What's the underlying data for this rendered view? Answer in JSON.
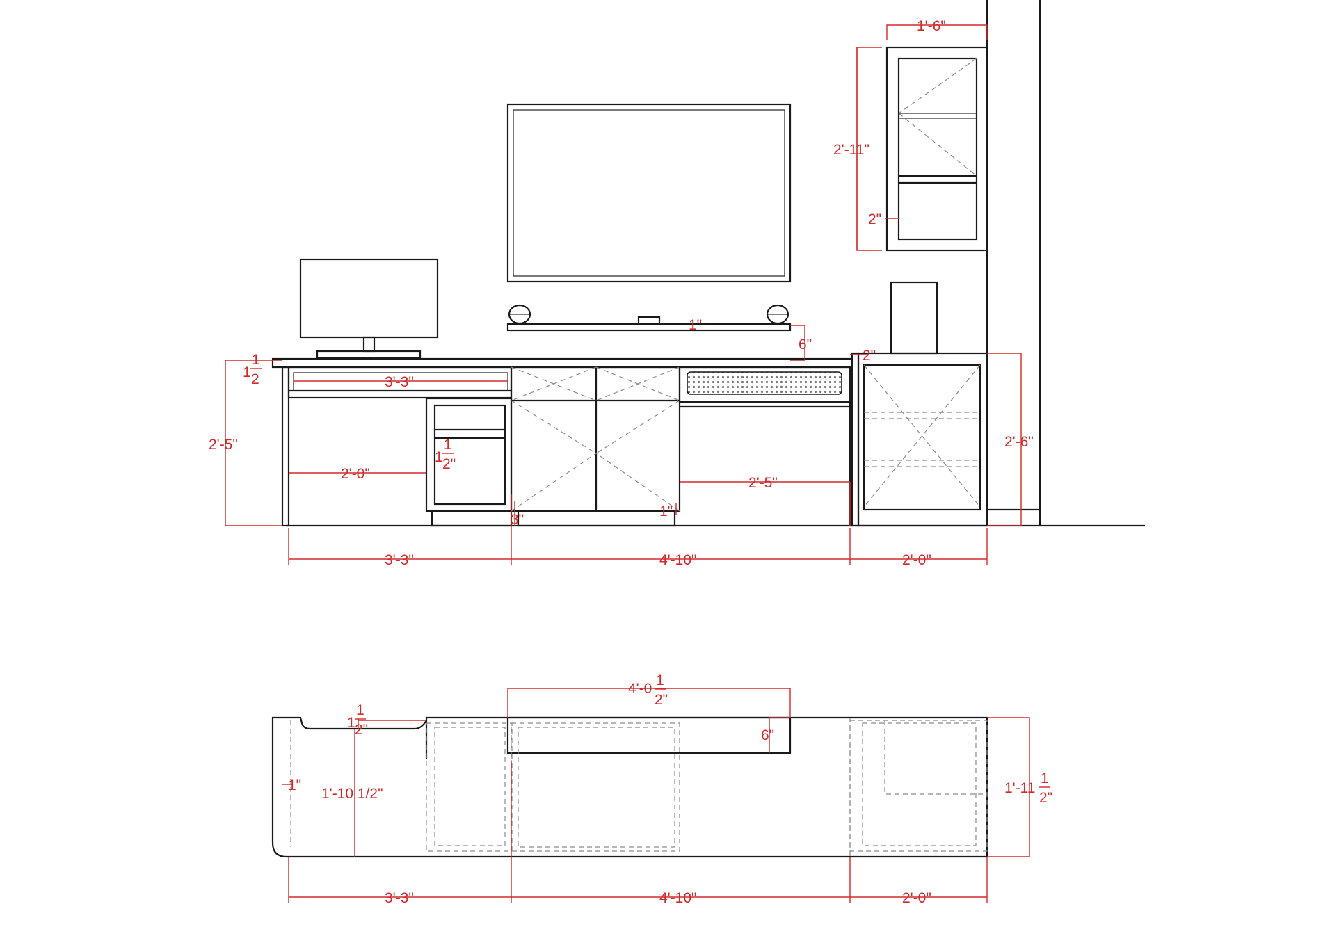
{
  "elevation": {
    "dims": {
      "wall_cabinet_width": "1'-6\"",
      "wall_cabinet_height": "2'-11\"",
      "wall_cabinet_shelf": "2\"",
      "shelf_thickness": "1\"",
      "shelf_gap": "6\"",
      "side_cabinet_gap": "2\"",
      "top_edge_a": "1",
      "top_edge_b": "1",
      "top_edge_c": "2",
      "desk_height": "2'-5\"",
      "drawer_width": "3'-3\"",
      "knee_space": "2'-0\"",
      "drawer_gap_a": "1",
      "drawer_gap_b": "1",
      "drawer_gap_c": "2\"",
      "toe_kick": "3\"",
      "door_gap": "1\"",
      "open_span": "2'-5\"",
      "side_cabinet_height": "2'-6\"",
      "base_a": "3'-3\"",
      "base_b": "4'-10\"",
      "base_c": "2'-0\""
    }
  },
  "plan": {
    "dims": {
      "shelf_width_a": "4'-0",
      "shelf_width_b": "1",
      "shelf_width_c": "2\"",
      "notch_a": "1",
      "notch_b": "1",
      "notch_c": "2\"",
      "shelf_depth": "6\"",
      "edge": "1\"",
      "depth_left": "1'-10 1/2\"",
      "depth_right_a": "1'-11",
      "depth_right_b": "1",
      "depth_right_c": "2\"",
      "base_a": "3'-3\"",
      "base_b": "4'-10\"",
      "base_c": "2'-0\""
    }
  }
}
